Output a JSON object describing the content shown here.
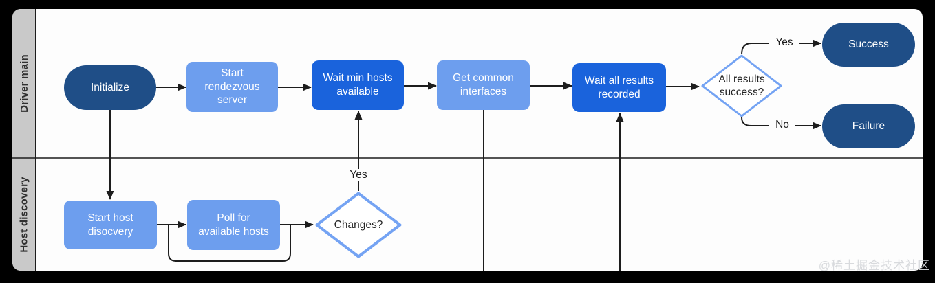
{
  "diagram": {
    "type": "swimlane-flowchart",
    "lanes": [
      {
        "label": "Driver main"
      },
      {
        "label": "Host discovery"
      }
    ],
    "nodes": {
      "initialize": {
        "label": "Initialize",
        "shape": "terminator",
        "lane": "Driver main"
      },
      "start_rendezvous": {
        "label": "Start rendezvous server",
        "shape": "process",
        "lane": "Driver main"
      },
      "wait_min_hosts": {
        "label": "Wait min hosts available",
        "shape": "process",
        "lane": "Driver main"
      },
      "get_common_interfaces": {
        "label": "Get common interfaces",
        "shape": "process",
        "lane": "Driver main"
      },
      "wait_all_results": {
        "label": "Wait all results recorded",
        "shape": "process",
        "lane": "Driver main"
      },
      "all_results_success": {
        "label": "All results success?",
        "shape": "decision",
        "lane": "Driver main"
      },
      "success": {
        "label": "Success",
        "shape": "terminator",
        "lane": "Driver main"
      },
      "failure": {
        "label": "Failure",
        "shape": "terminator",
        "lane": "Driver main"
      },
      "start_host_discovery": {
        "label": "Start host disocvery",
        "shape": "process",
        "lane": "Host discovery"
      },
      "poll_available_hosts": {
        "label": "Poll for available hosts",
        "shape": "process",
        "lane": "Host discovery"
      },
      "changes": {
        "label": "Changes?",
        "shape": "decision",
        "lane": "Host discovery"
      }
    },
    "edge_labels": {
      "yes_success": "Yes",
      "no_failure": "No",
      "yes_changes": "Yes"
    },
    "colors": {
      "terminator_fill": "#1f4e87",
      "process_dark_fill": "#1a63dc",
      "process_light_fill": "#6d9eee",
      "decision_border": "#74a3f3",
      "lane_header_bg": "#c9c9c9",
      "connector": "#1d1d1d",
      "canvas_bg": "#fdfdfd",
      "frame_bg": "#000000"
    }
  },
  "watermark": "@稀土掘金技术社区"
}
